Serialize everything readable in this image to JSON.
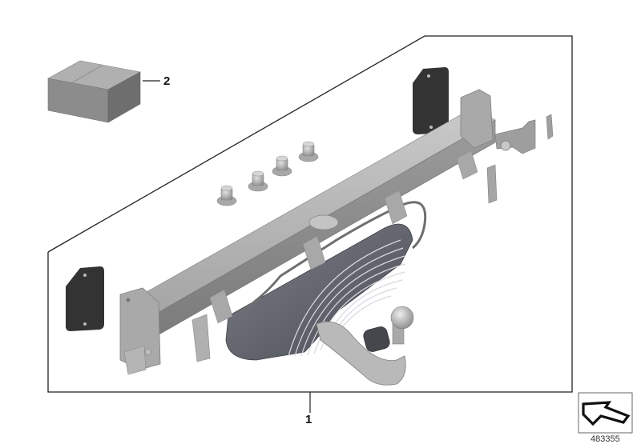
{
  "diagram": {
    "type": "exploded parts diagram",
    "subject": "Trailer tow hitch kit",
    "callouts": [
      {
        "id": "callout-1",
        "number": "1",
        "part": "Tow hitch assembly (crossmember, detachable ball, wiring, mounting plates, nuts)"
      },
      {
        "id": "callout-2",
        "number": "2",
        "part": "Small box / kit package"
      }
    ],
    "components": [
      "package-box",
      "rubber-pad-left",
      "rubber-pad-right",
      "flange-nut-1",
      "flange-nut-2",
      "flange-nut-3",
      "flange-nut-4",
      "crossmember",
      "left-bracket",
      "right-bracket",
      "heat-shield",
      "tow-ball",
      "wiring-harness"
    ],
    "symbol": {
      "icon": "symbol-arrow-icon"
    },
    "catalog_number": "483355",
    "colors": {
      "line": "#222222",
      "metal_light": "#b8b8b8",
      "metal_mid": "#9a9a9a",
      "metal_dark": "#6e6e70",
      "pad": "#333333",
      "box_top": "#a9a9a9",
      "box_side": "#7a7a7a"
    }
  }
}
